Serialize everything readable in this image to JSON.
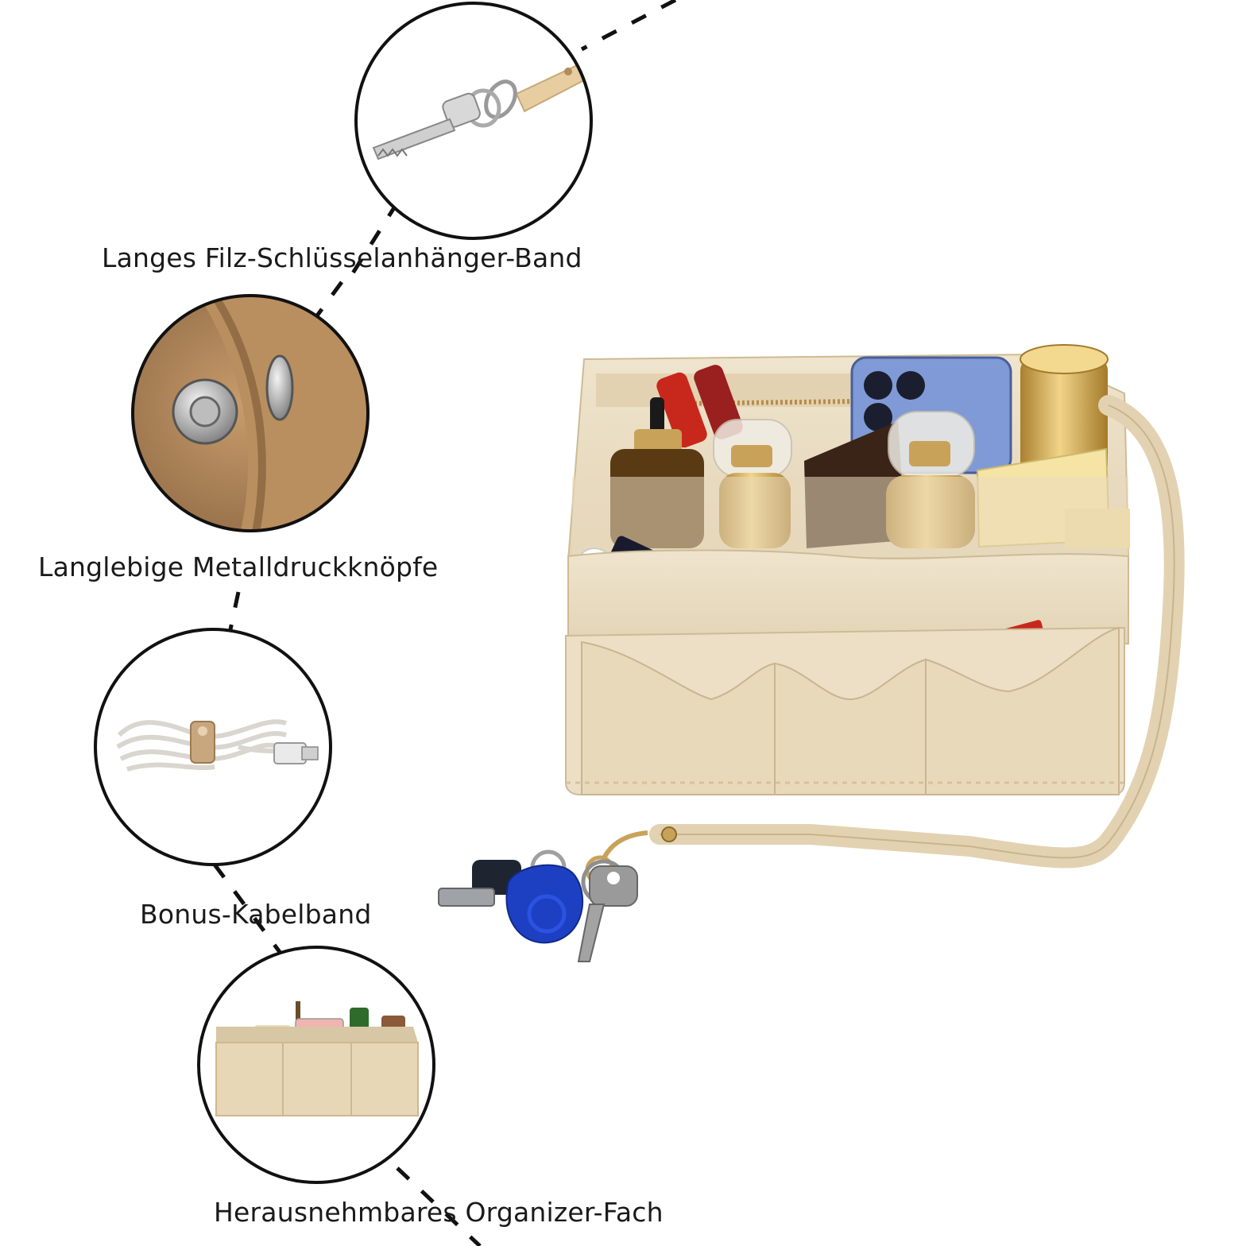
{
  "features": [
    {
      "id": "key-strap",
      "label": "Langes Filz-Schlüsselanhänger-Band",
      "icon": "key-on-strap-icon"
    },
    {
      "id": "snaps",
      "label": "Langlebige Metalldruckknöpfe",
      "icon": "metal-snap-button-icon"
    },
    {
      "id": "cable",
      "label": "Bonus-Kabelband",
      "icon": "cable-tie-icon"
    },
    {
      "id": "insert",
      "label": "Herausnehmbares Organizer-Fach",
      "icon": "removable-compartment-icon"
    }
  ],
  "product": {
    "name_icon": "felt-bag-organizer-icon",
    "colors": {
      "felt": "#e9dcc2",
      "felt_shadow": "#c9b894",
      "gold": "#c9a25a",
      "red": "#c8281c",
      "blue": "#1d3fc2",
      "phone_blue": "#7f9ad6"
    }
  }
}
